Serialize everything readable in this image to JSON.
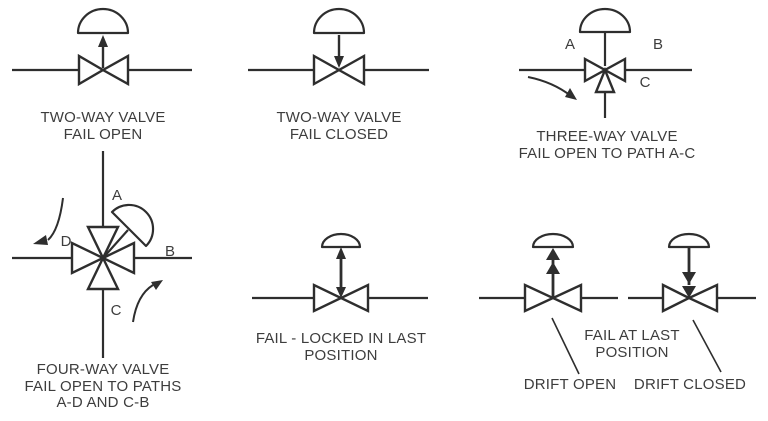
{
  "colors": {
    "ink": "#2e2e2e",
    "text": "#3d3d3d",
    "background": "#ffffff"
  },
  "figures": {
    "two_way_fail_open": {
      "caption": [
        "TWO-WAY VALVE",
        "FAIL OPEN"
      ]
    },
    "two_way_fail_closed": {
      "caption": [
        "TWO-WAY VALVE",
        "FAIL CLOSED"
      ]
    },
    "three_way": {
      "caption": [
        "THREE-WAY VALVE",
        "FAIL OPEN TO PATH A-C"
      ],
      "ports": {
        "a": "A",
        "b": "B",
        "c": "C"
      }
    },
    "four_way": {
      "caption": [
        "FOUR-WAY VALVE",
        "FAIL OPEN TO PATHS",
        "A-D AND C-B"
      ],
      "ports": {
        "a": "A",
        "b": "B",
        "c": "C",
        "d": "D"
      }
    },
    "fail_locked": {
      "caption": [
        "FAIL - LOCKED IN LAST",
        "POSITION"
      ]
    },
    "fail_at_last": {
      "caption": [
        "FAIL AT LAST",
        "POSITION"
      ],
      "drift_open": "DRIFT OPEN",
      "drift_closed": "DRIFT CLOSED"
    }
  }
}
